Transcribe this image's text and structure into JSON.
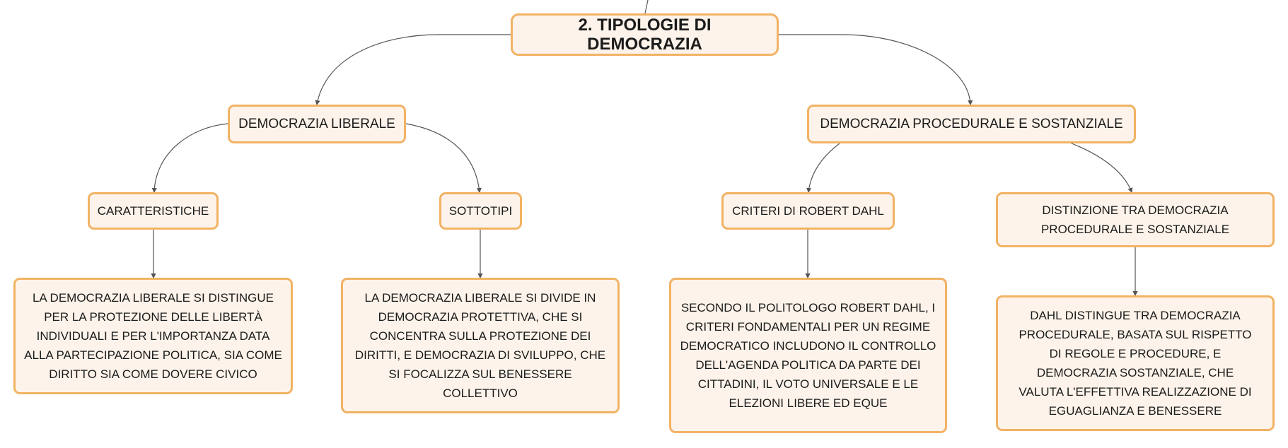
{
  "colors": {
    "node_fill": "#fdf3ea",
    "node_border": "#f2b264",
    "connector": "#555555",
    "text": "#1b1b1b"
  },
  "diagram": {
    "root": {
      "label": "2. TIPOLOGIE DI DEMOCRAZIA"
    },
    "branches": [
      {
        "label": "DEMOCRAZIA LIBERALE",
        "children": [
          {
            "label": "CARATTERISTICHE",
            "detail": "LA DEMOCRAZIA LIBERALE SI DISTINGUE PER LA PROTEZIONE DELLE LIBERTÀ INDIVIDUALI E PER L'IMPORTANZA DATA ALLA PARTECIPAZIONE POLITICA, SIA COME DIRITTO SIA COME DOVERE CIVICO"
          },
          {
            "label": "SOTTOTIPI",
            "detail": "LA DEMOCRAZIA LIBERALE SI DIVIDE IN DEMOCRAZIA PROTETTIVA, CHE SI CONCENTRA SULLA PROTEZIONE DEI DIRITTI, E DEMOCRAZIA DI SVILUPPO, CHE SI FOCALIZZA SUL BENESSERE COLLETTIVO"
          }
        ]
      },
      {
        "label": "DEMOCRAZIA PROCEDURALE E SOSTANZIALE",
        "children": [
          {
            "label": "CRITERI DI ROBERT DAHL",
            "detail": "SECONDO IL POLITOLOGO ROBERT DAHL, I CRITERI FONDAMENTALI PER UN REGIME DEMOCRATICO INCLUDONO IL CONTROLLO DELL'AGENDA POLITICA DA PARTE DEI CITTADINI, IL VOTO UNIVERSALE E LE ELEZIONI LIBERE ED EQUE"
          },
          {
            "label": "DISTINZIONE TRA DEMOCRAZIA PROCEDURALE E SOSTANZIALE",
            "detail": "DAHL DISTINGUE TRA DEMOCRAZIA PROCEDURALE, BASATA SUL RISPETTO DI REGOLE E PROCEDURE, E DEMOCRAZIA SOSTANZIALE, CHE VALUTA L'EFFETTIVA REALIZZAZIONE DI EGUAGLIANZA E BENESSERE"
          }
        ]
      }
    ]
  }
}
